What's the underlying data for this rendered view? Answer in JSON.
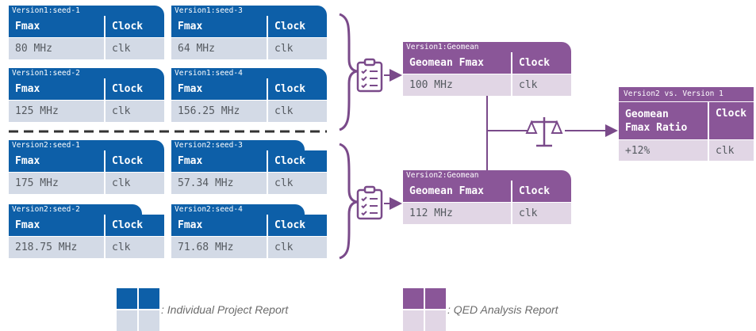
{
  "colors": {
    "individual_header": "#0d5fa8",
    "individual_row": "#d3dae6",
    "qed_header": "#8a5698",
    "qed_row": "#e1d6e5",
    "connector": "#7a4a8a"
  },
  "icons": {
    "clipboard": "checklist-clipboard-icon",
    "scale": "balance-scale-icon"
  },
  "individual_reports": [
    {
      "tab": "Version1:seed-1",
      "col1": "Fmax",
      "col2": "Clock",
      "fmax": "80 MHz",
      "clock": "clk"
    },
    {
      "tab": "Version1:seed-3",
      "col1": "Fmax",
      "col2": "Clock",
      "fmax": "64 MHz",
      "clock": "clk"
    },
    {
      "tab": "Version1:seed-2",
      "col1": "Fmax",
      "col2": "Clock",
      "fmax": "125 MHz",
      "clock": "clk"
    },
    {
      "tab": "Version1:seed-4",
      "col1": "Fmax",
      "col2": "Clock",
      "fmax": "156.25 MHz",
      "clock": "clk"
    },
    {
      "tab": "Version2:seed-1",
      "col1": "Fmax",
      "col2": "Clock",
      "fmax": "175 MHz",
      "clock": "clk"
    },
    {
      "tab": "Version2:seed-3",
      "col1": "Fmax",
      "col2": "Clock",
      "fmax": "57.34 MHz",
      "clock": "clk"
    },
    {
      "tab": "Version2:seed-2",
      "col1": "Fmax",
      "col2": "Clock",
      "fmax": "218.75 MHz",
      "clock": "clk"
    },
    {
      "tab": "Version2:seed-4",
      "col1": "Fmax",
      "col2": "Clock",
      "fmax": "71.68 MHz",
      "clock": "clk"
    }
  ],
  "geomean_reports": [
    {
      "tab": "Version1:Geomean",
      "col1": "Geomean Fmax",
      "col2": "Clock",
      "fmax": "100 MHz",
      "clock": "clk"
    },
    {
      "tab": "Version2:Geomean",
      "col1": "Geomean Fmax",
      "col2": "Clock",
      "fmax": "112 MHz",
      "clock": "clk"
    }
  ],
  "comparison": {
    "tab": "Version2 vs. Version 1",
    "col1_line1": "Geomean",
    "col1_line2": "Fmax Ratio",
    "col2": "Clock",
    "ratio": "+12%",
    "clock": "clk"
  },
  "legend": {
    "individual": ": Individual Project Report",
    "qed": ": QED Analysis Report"
  }
}
